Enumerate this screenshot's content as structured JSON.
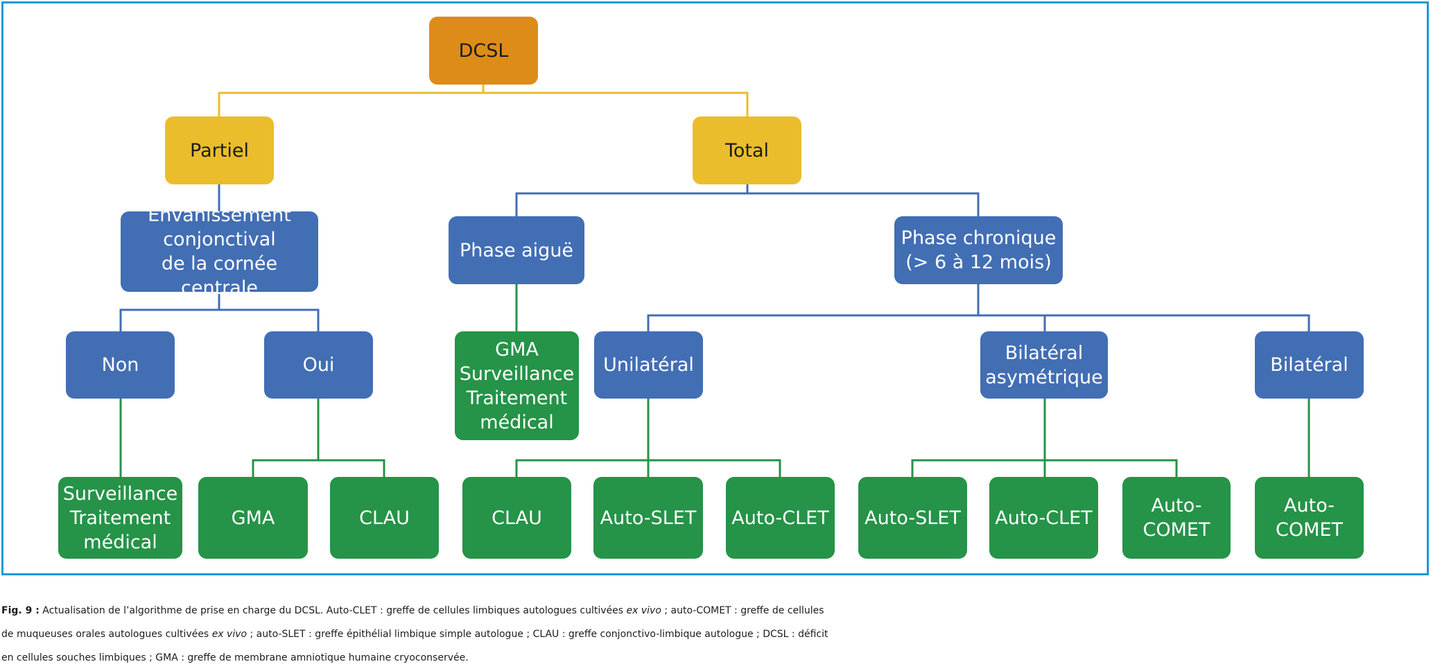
{
  "diagram": {
    "nodes": {
      "dcsl": "DCSL",
      "partiel": "Partiel",
      "total": "Total",
      "envahissement": "Envahissement\nconjonctival\nde la cornée centrale",
      "phase_aigue": "Phase aiguë",
      "phase_chronique": "Phase chronique\n(> 6 à 12 mois)",
      "non": "Non",
      "oui": "Oui",
      "gma_surv": "GMA\nSurveillance\nTraitement\nmédical",
      "unilateral": "Unilatéral",
      "bilateral_asym": "Bilatéral\nasymétrique",
      "bilateral": "Bilatéral",
      "surveillance": "Surveillance\nTraitement\nmédical",
      "gma": "GMA",
      "clau_oui": "CLAU",
      "clau_uni": "CLAU",
      "auto_slet_uni": "Auto-SLET",
      "auto_clet_uni": "Auto-CLET",
      "auto_slet_bi": "Auto-SLET",
      "auto_clet_bi": "Auto-CLET",
      "auto_comet_bi": "Auto-COMET",
      "auto_comet_bilat": "Auto-COMET"
    },
    "colors": {
      "frame": "#1a9ad6",
      "root": "#dd8c19",
      "level1": "#ebbd2d",
      "decision": "#426eb4",
      "treatment": "#259348"
    }
  },
  "caption": {
    "label": "Fig. 9 :",
    "t1": " Actualisation de l’algorithme de prise en charge du DCSL. Auto-CLET : greffe de cellules limbiques autologues cultivées ",
    "i1": "ex vivo",
    "t2": " ; auto-COMET : greffe de cellules",
    "t3": "de muqueuses orales autologues cultivées ",
    "i2": "ex vivo",
    "t4": " ; auto-SLET : greffe épithélial limbique simple autologue ; CLAU : greffe conjonctivo-limbique autologue ; DCSL : déficit",
    "t5": "en cellules souches limbiques ; GMA : greffe de membrane amniotique humaine cryoconservée."
  }
}
